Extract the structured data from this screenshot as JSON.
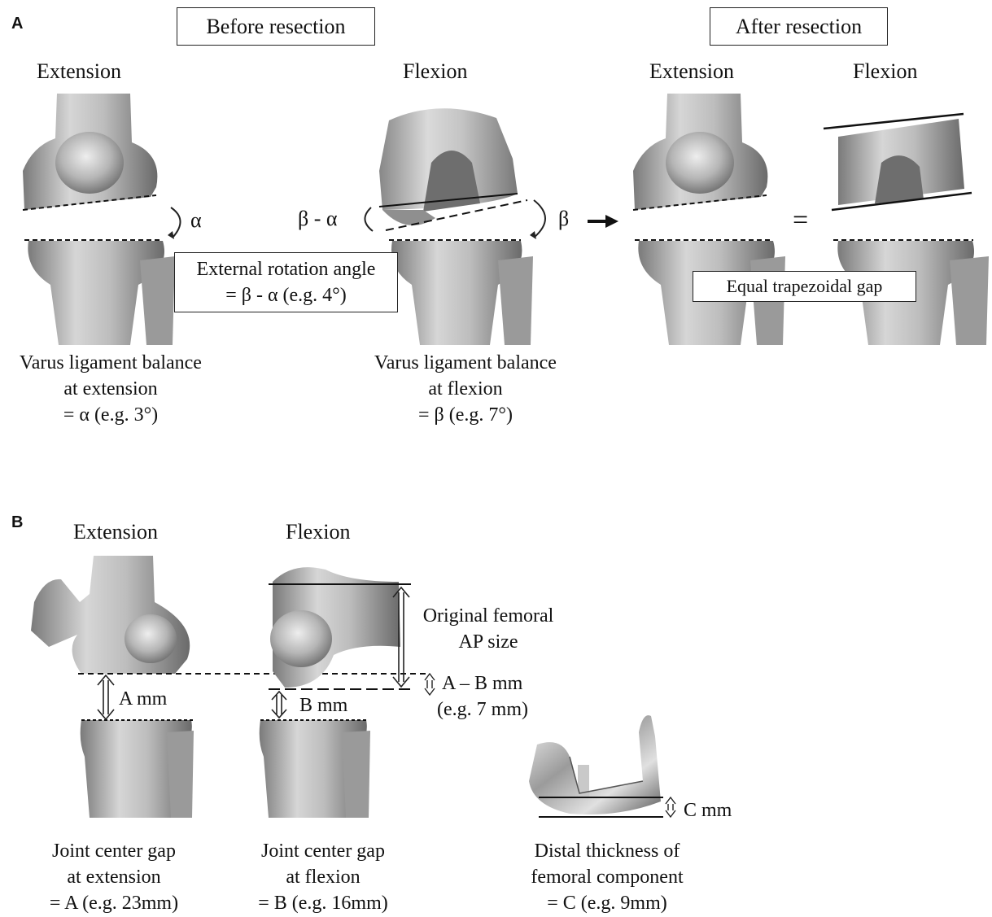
{
  "panel_a": {
    "letter": "A",
    "before_box": "Before resection",
    "after_box": "After resection",
    "headings": {
      "extension_before": "Extension",
      "flexion_before": "Flexion",
      "extension_after": "Extension",
      "flexion_after": "Flexion"
    },
    "alpha_symbol": "α",
    "beta_minus_alpha": "β - α",
    "beta_symbol": "β",
    "equals_sign": "=",
    "rotation_box": {
      "line1": "External rotation angle",
      "line2": "= β - α (e.g. 4°)"
    },
    "equal_gap_box": "Equal trapezoidal gap",
    "caption_extension": {
      "line1": "Varus ligament balance",
      "line2": "at extension",
      "line3": "= α (e.g. 3°)"
    },
    "caption_flexion": {
      "line1": "Varus ligament balance",
      "line2": "at flexion",
      "line3": "= β (e.g. 7°)"
    }
  },
  "panel_b": {
    "letter": "B",
    "heading_extension": "Extension",
    "heading_flexion": "Flexion",
    "a_mm": "A mm",
    "b_mm": "B mm",
    "original_femoral": {
      "line1": "Original femoral",
      "line2": "AP size"
    },
    "a_minus_b": {
      "line1": "A – B mm",
      "line2": "(e.g. 7 mm)"
    },
    "c_mm": "C mm",
    "caption_extension": {
      "line1": "Joint center gap",
      "line2": "at extension",
      "line3": "= A (e.g. 23mm)"
    },
    "caption_flexion": {
      "line1": "Joint center gap",
      "line2": "at flexion",
      "line3": "= B (e.g. 16mm)"
    },
    "caption_component": {
      "line1": "Distal thickness of",
      "line2": "femoral component",
      "line3": "= C (e.g. 9mm)"
    }
  },
  "colors": {
    "bone_light": "#d9d9d9",
    "bone_mid": "#a6a6a6",
    "bone_dark": "#6e6e6e",
    "line": "#111111"
  }
}
